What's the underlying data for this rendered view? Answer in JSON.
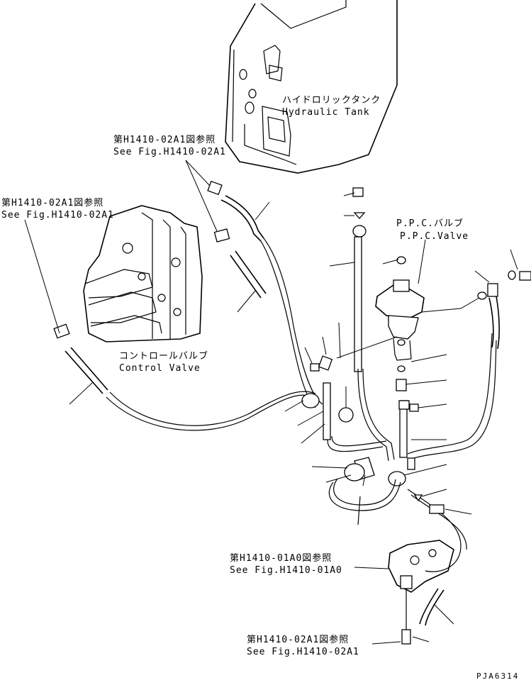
{
  "labels": {
    "hydraulic_tank_jp": "ハイドロリックタンク",
    "hydraulic_tank_en": "Hydraulic Tank",
    "ref_a_jp": "第H1410-02A1図参照",
    "ref_a_en": "See Fig.H1410-02A1",
    "ref_b_jp": "第H1410-02A1図参照",
    "ref_b_en": "See Fig.H1410-02A1",
    "ppc_valve_jp": "P.P.C.バルブ",
    "ppc_valve_en": "P.P.C.Valve",
    "control_valve_jp": "コントロールバルブ",
    "control_valve_en": "Control Valve",
    "ref_c_jp": "第H1410-01A0図参照",
    "ref_c_en": "See Fig.H1410-01A0",
    "ref_d_jp": "第H1410-02A1図参照",
    "ref_d_en": "See Fig.H1410-02A1",
    "drawing_code": "PJA6314"
  }
}
